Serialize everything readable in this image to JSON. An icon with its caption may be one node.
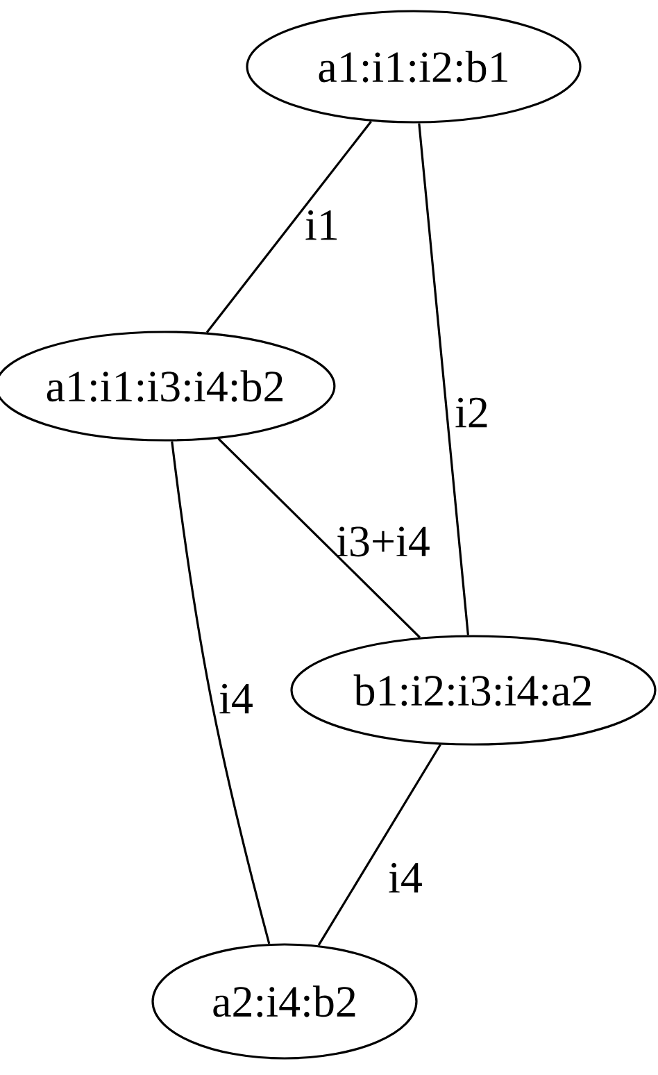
{
  "diagram": {
    "nodes": [
      {
        "text": [
          "a1:i1:i2:b1"
        ]
      },
      {
        "text": [
          "a1:i1:i3:i4:b2"
        ]
      },
      {
        "text": [
          "b1:i2:i3:i4:a2"
        ]
      },
      {
        "text": [
          "a2:i4:b2"
        ]
      }
    ],
    "edges": [
      {
        "from": 0,
        "to": 1,
        "arrow": "none",
        "label": "i1"
      },
      {
        "from": 0,
        "to": 2,
        "arrow": "none",
        "label": "i2"
      },
      {
        "from": 1,
        "to": 2,
        "arrow": "none",
        "label": "i3+i4"
      },
      {
        "from": 1,
        "to": 3,
        "arrow": "none",
        "label": "i4"
      },
      {
        "from": 2,
        "to": 3,
        "arrow": "none",
        "label": "i4"
      }
    ]
  }
}
